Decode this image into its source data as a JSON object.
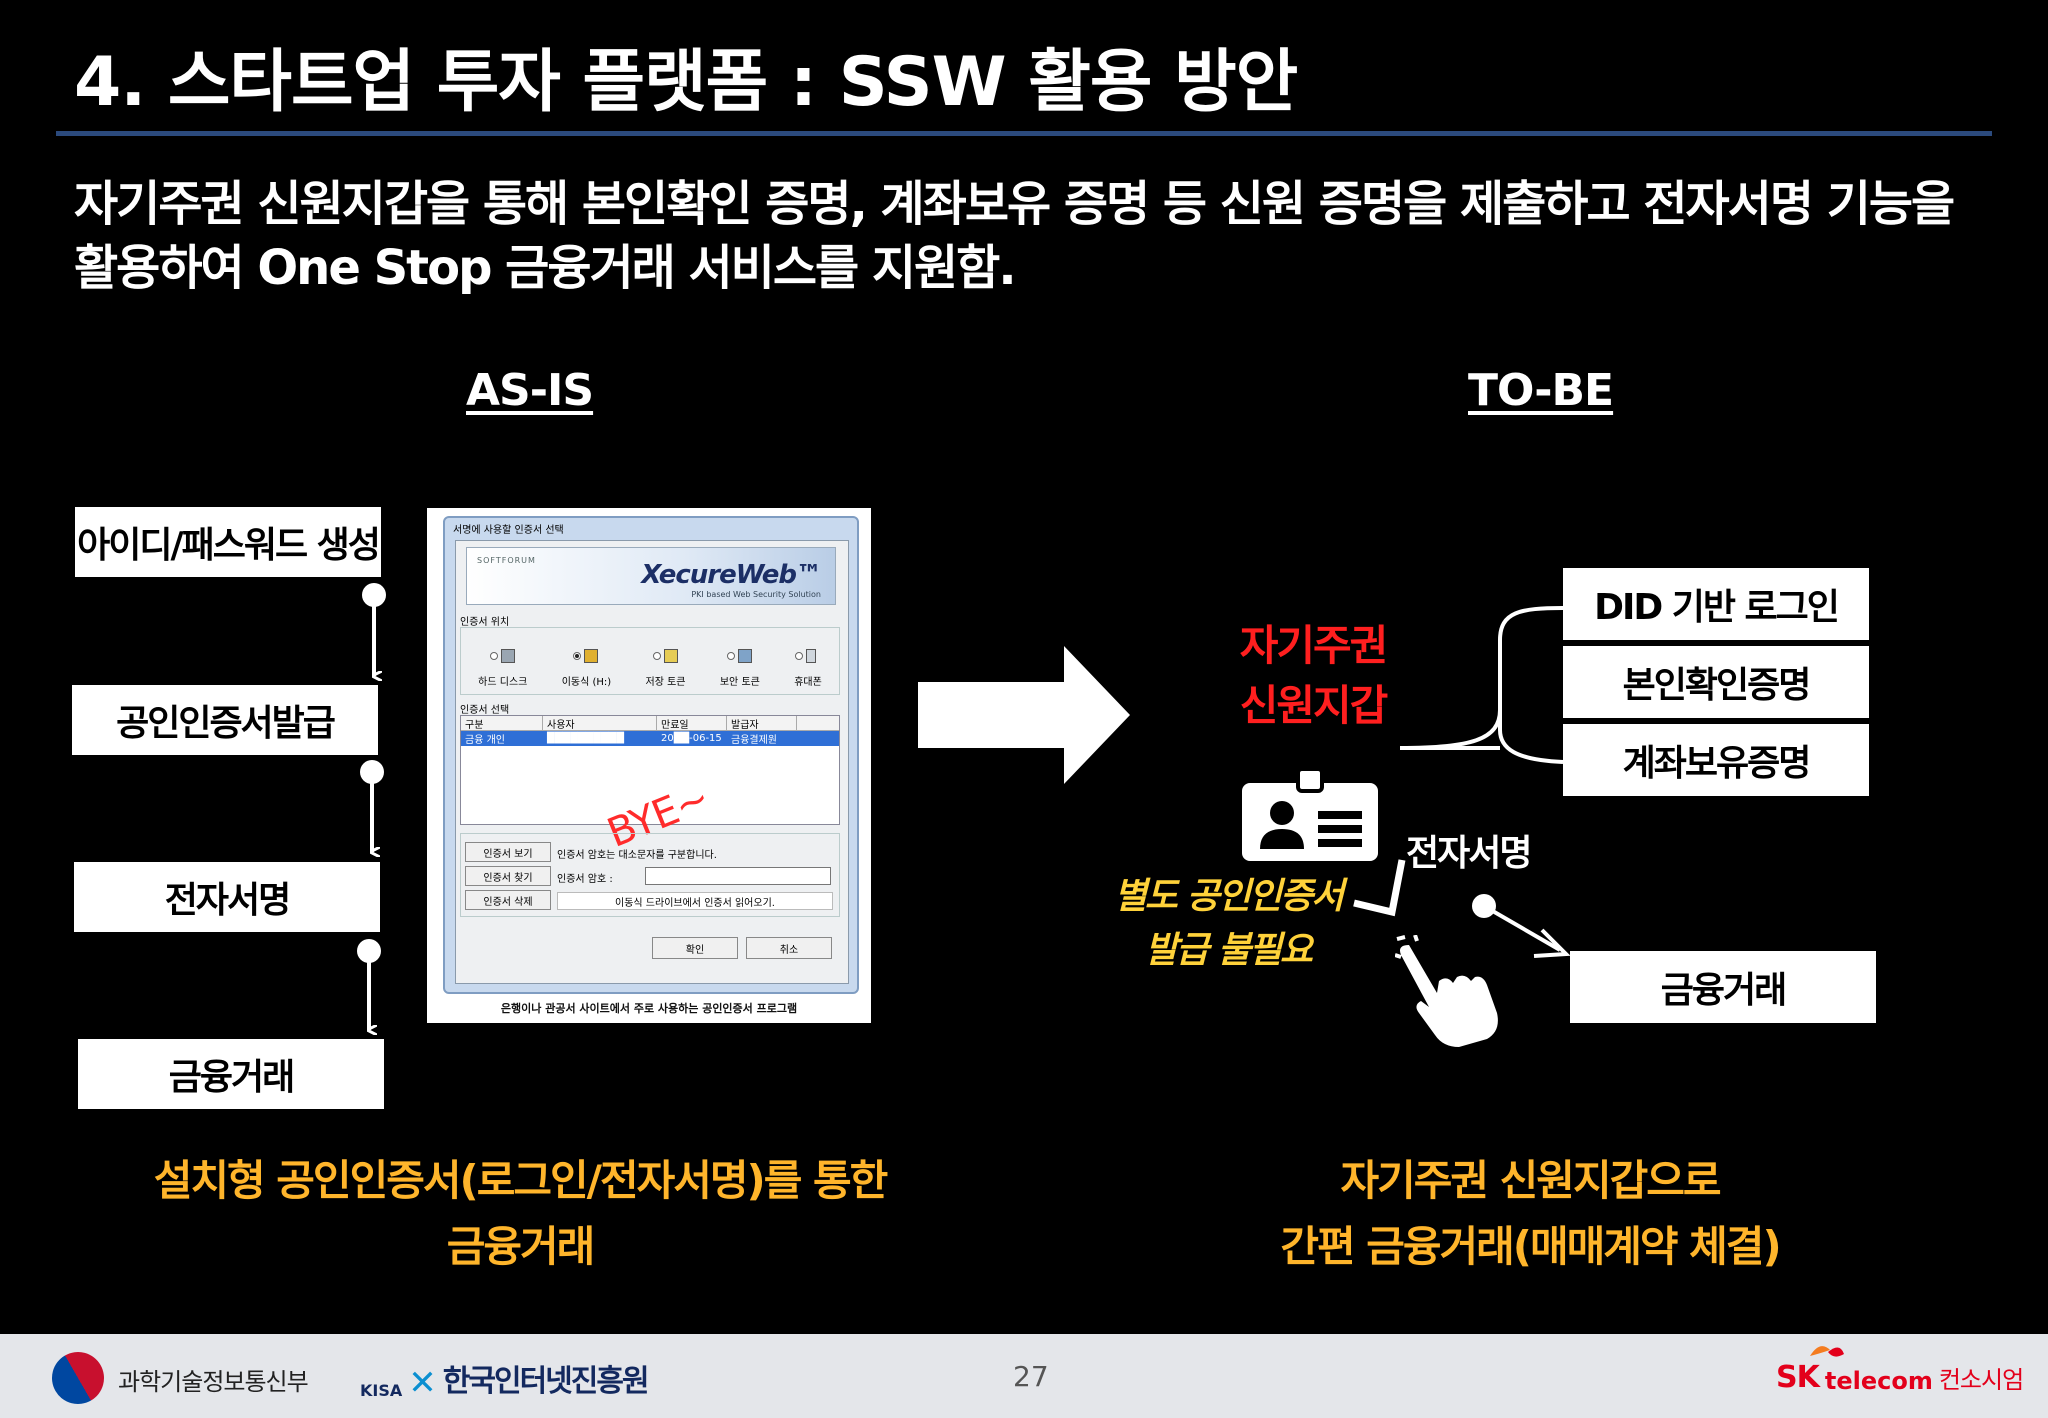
{
  "slide": {
    "title": "4. 스타트업 투자 플랫폼 : SSW 활용 방안",
    "intro": "자기주권 신원지갑을 통해 본인확인 증명, 계좌보유 증명 등 신원 증명을 제출하고 전자서명 기능을 활용하여 One Stop 금융거래 서비스를 지원함."
  },
  "as_is": {
    "heading": "AS-IS",
    "steps": [
      "아이디/패스워드 생성",
      "공인인증서발급",
      "전자서명",
      "금융거래"
    ],
    "caption_line1": "설치형 공인인증서(로그인/전자서명)를 통한",
    "caption_line2": "금융거래"
  },
  "cert_window": {
    "title": "서명에 사용할 인증서 선택",
    "vendor": "SOFTFORUM",
    "brand": "XecureWeb™",
    "tagline": "PKI based Web Security Solution",
    "location_label": "인증서 위치",
    "locations": [
      "하드 디스크",
      "이동식 (H:)",
      "저장 토큰",
      "보안 토큰",
      "휴대폰"
    ],
    "select_label": "인증서 선택",
    "columns": [
      "구분",
      "사용자",
      "만료일",
      "발급자"
    ],
    "row": [
      "금융 개인",
      "██████████",
      "20██-06-15",
      "금융결제원"
    ],
    "stamp": "BYE~",
    "btn_view": "인증서 보기",
    "btn_find": "인증서 찾기",
    "btn_delete": "인증서 삭제",
    "case_note": "인증서 암호는 대소문자를 구분합니다.",
    "pw_label": "인증서 암호 :",
    "drive_msg": "이동식 드라이브에서 인증서 읽어오기.",
    "ok": "확인",
    "cancel": "취소",
    "caption": "은행이나 관공서 사이트에서 주로 사용하는 공인인증서 프로그램"
  },
  "to_be": {
    "heading": "TO-BE",
    "wallet_line1": "자기주권",
    "wallet_line2": "신원지갑",
    "items": [
      "DID 기반 로그인",
      "본인확인증명",
      "계좌보유증명"
    ],
    "esign": "전자서명",
    "no_cert_line1": "별도 공인인증서",
    "no_cert_line2": "발급 불필요",
    "result": "금융거래",
    "caption_line1": "자기주권 신원지갑으로",
    "caption_line2": "간편 금융거래(매매계약 체결)"
  },
  "footer": {
    "ministry": "과학기술정보통신부",
    "kisa_mark": "KISA",
    "kisa_name": "한국인터넷진흥원",
    "page": "27",
    "sk_mark": "SK",
    "sk_telecom": "telecom",
    "sk_consulting": "컨소시엄"
  },
  "colors": {
    "background": "#000000",
    "title_rule": "#2b4a7d",
    "wallet_red": "#ff1f1f",
    "caption_orange": "#ffb52b",
    "note_yellow": "#ffd23a",
    "footer_bg": "#e4e6ea",
    "sk_red": "#e3001b"
  },
  "icons": [
    "id-badge-icon",
    "pointing-hand-icon",
    "check-mark-icon",
    "arrow-right-icon",
    "taegeuk-emblem-icon",
    "sk-butterfly-icon"
  ]
}
